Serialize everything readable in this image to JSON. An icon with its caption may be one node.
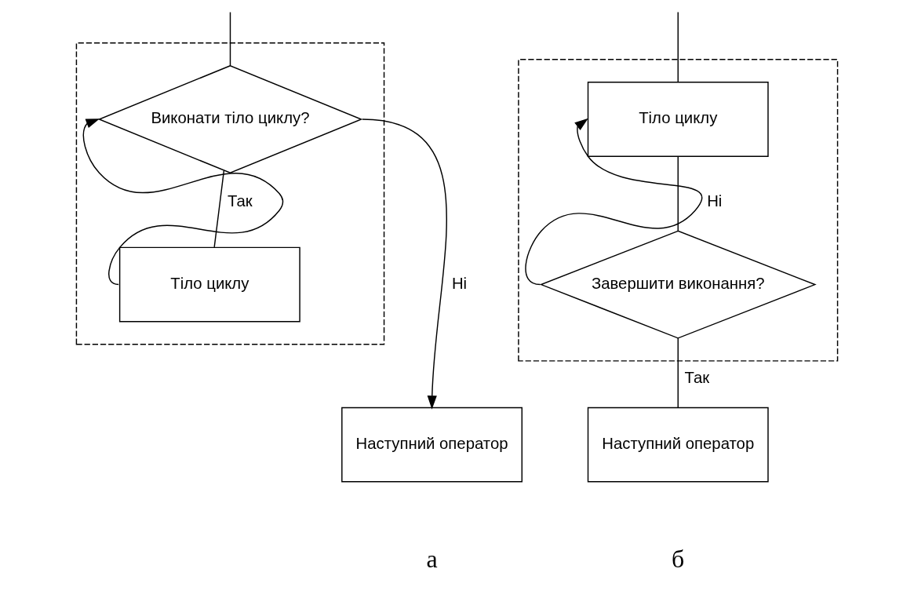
{
  "diagram": {
    "nodes": [
      {
        "text": [],
        "shape": "box"
      },
      {
        "text": [
          "Виконати тіло циклу?"
        ],
        "in": 0
      },
      {
        "text": [
          "Тіло циклу"
        ],
        "in": 0
      },
      {
        "text": [
          "Наступний оператор"
        ]
      },
      {
        "text": [],
        "shape": "box"
      },
      {
        "text": [
          "Тіло циклу"
        ],
        "in": 4
      },
      {
        "text": [
          "Завершити виконання?"
        ],
        "in": 4
      },
      {
        "text": [
          "Наступний оператор"
        ]
      }
    ],
    "edges": [
      {
        "from": null,
        "to": 1,
        "arrow": "none"
      },
      {
        "from": 1,
        "to": 2,
        "arrow": "none",
        "label": "Так"
      },
      {
        "from": 2,
        "to": 1,
        "arrow": "to"
      },
      {
        "from": 1,
        "to": 3,
        "arrow": "to",
        "label": "Ні"
      },
      {
        "from": null,
        "to": 5,
        "arrow": "none"
      },
      {
        "from": 5,
        "to": 6,
        "arrow": "none"
      },
      {
        "from": 6,
        "to": 5,
        "arrow": "to",
        "label": "Ні"
      },
      {
        "from": 6,
        "to": 7,
        "arrow": "none",
        "label": "Так"
      }
    ],
    "labels": [
      "а",
      "б"
    ]
  }
}
